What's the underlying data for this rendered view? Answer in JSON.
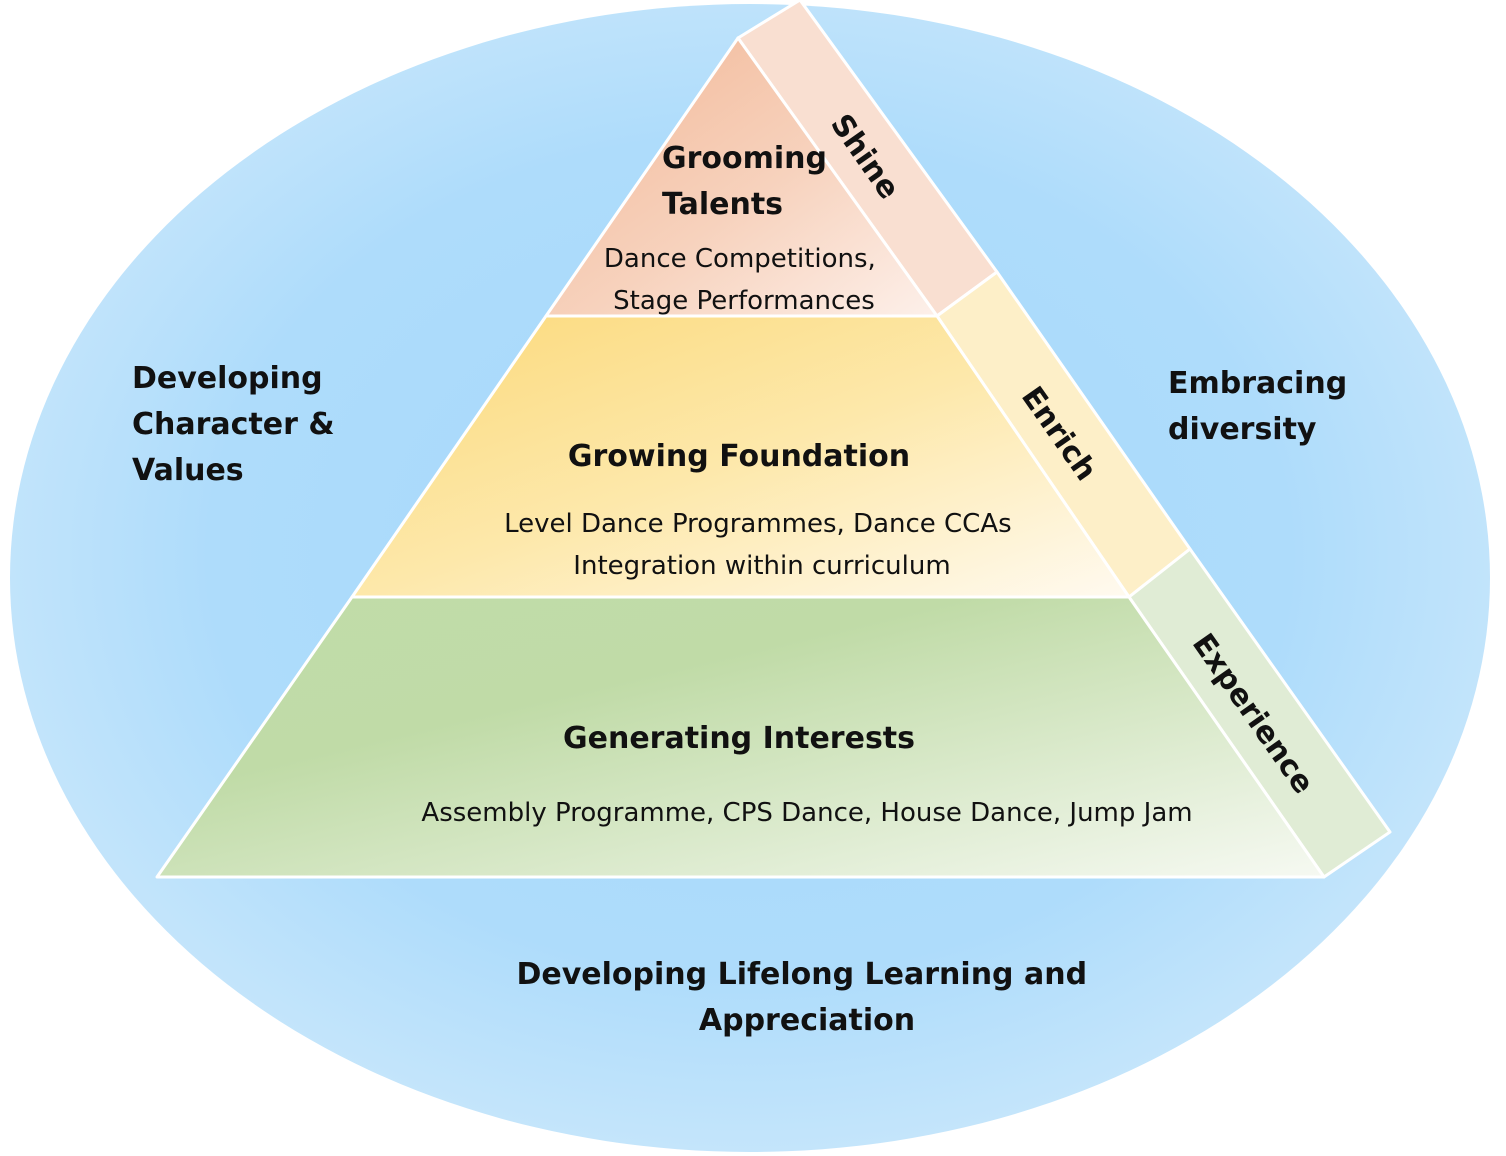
{
  "colors": {
    "ellipse_edge": "#bfe3fb",
    "ellipse_center": "#a8d9fb",
    "tier_top": "#f3bea0",
    "tier_middle": "#fbdf8a",
    "tier_bottom": "#bcd9a4",
    "band_shine": "#f9e0d2",
    "band_enrich": "#fdefc6",
    "band_experience": "#e1ecd6"
  },
  "surround": {
    "left": [
      "Developing",
      "Character &",
      "Values"
    ],
    "right": [
      "Embracing",
      "diversity"
    ],
    "bottom": [
      "Developing Lifelong Learning and",
      "Appreciation"
    ]
  },
  "tiers": {
    "top": {
      "title": [
        "Grooming",
        "Talents"
      ],
      "description": [
        "Dance Competitions,",
        "Stage Performances"
      ]
    },
    "middle": {
      "title": "Growing Foundation",
      "description": [
        "Level Dance Programmes, Dance CCAs",
        "Integration within curriculum"
      ]
    },
    "bottom": {
      "title": "Generating Interests",
      "description": [
        "Assembly Programme, CPS Dance, House Dance, Jump Jam"
      ]
    }
  },
  "bands": {
    "shine": "Shine",
    "enrich": "Enrich",
    "experience": "Experience"
  }
}
